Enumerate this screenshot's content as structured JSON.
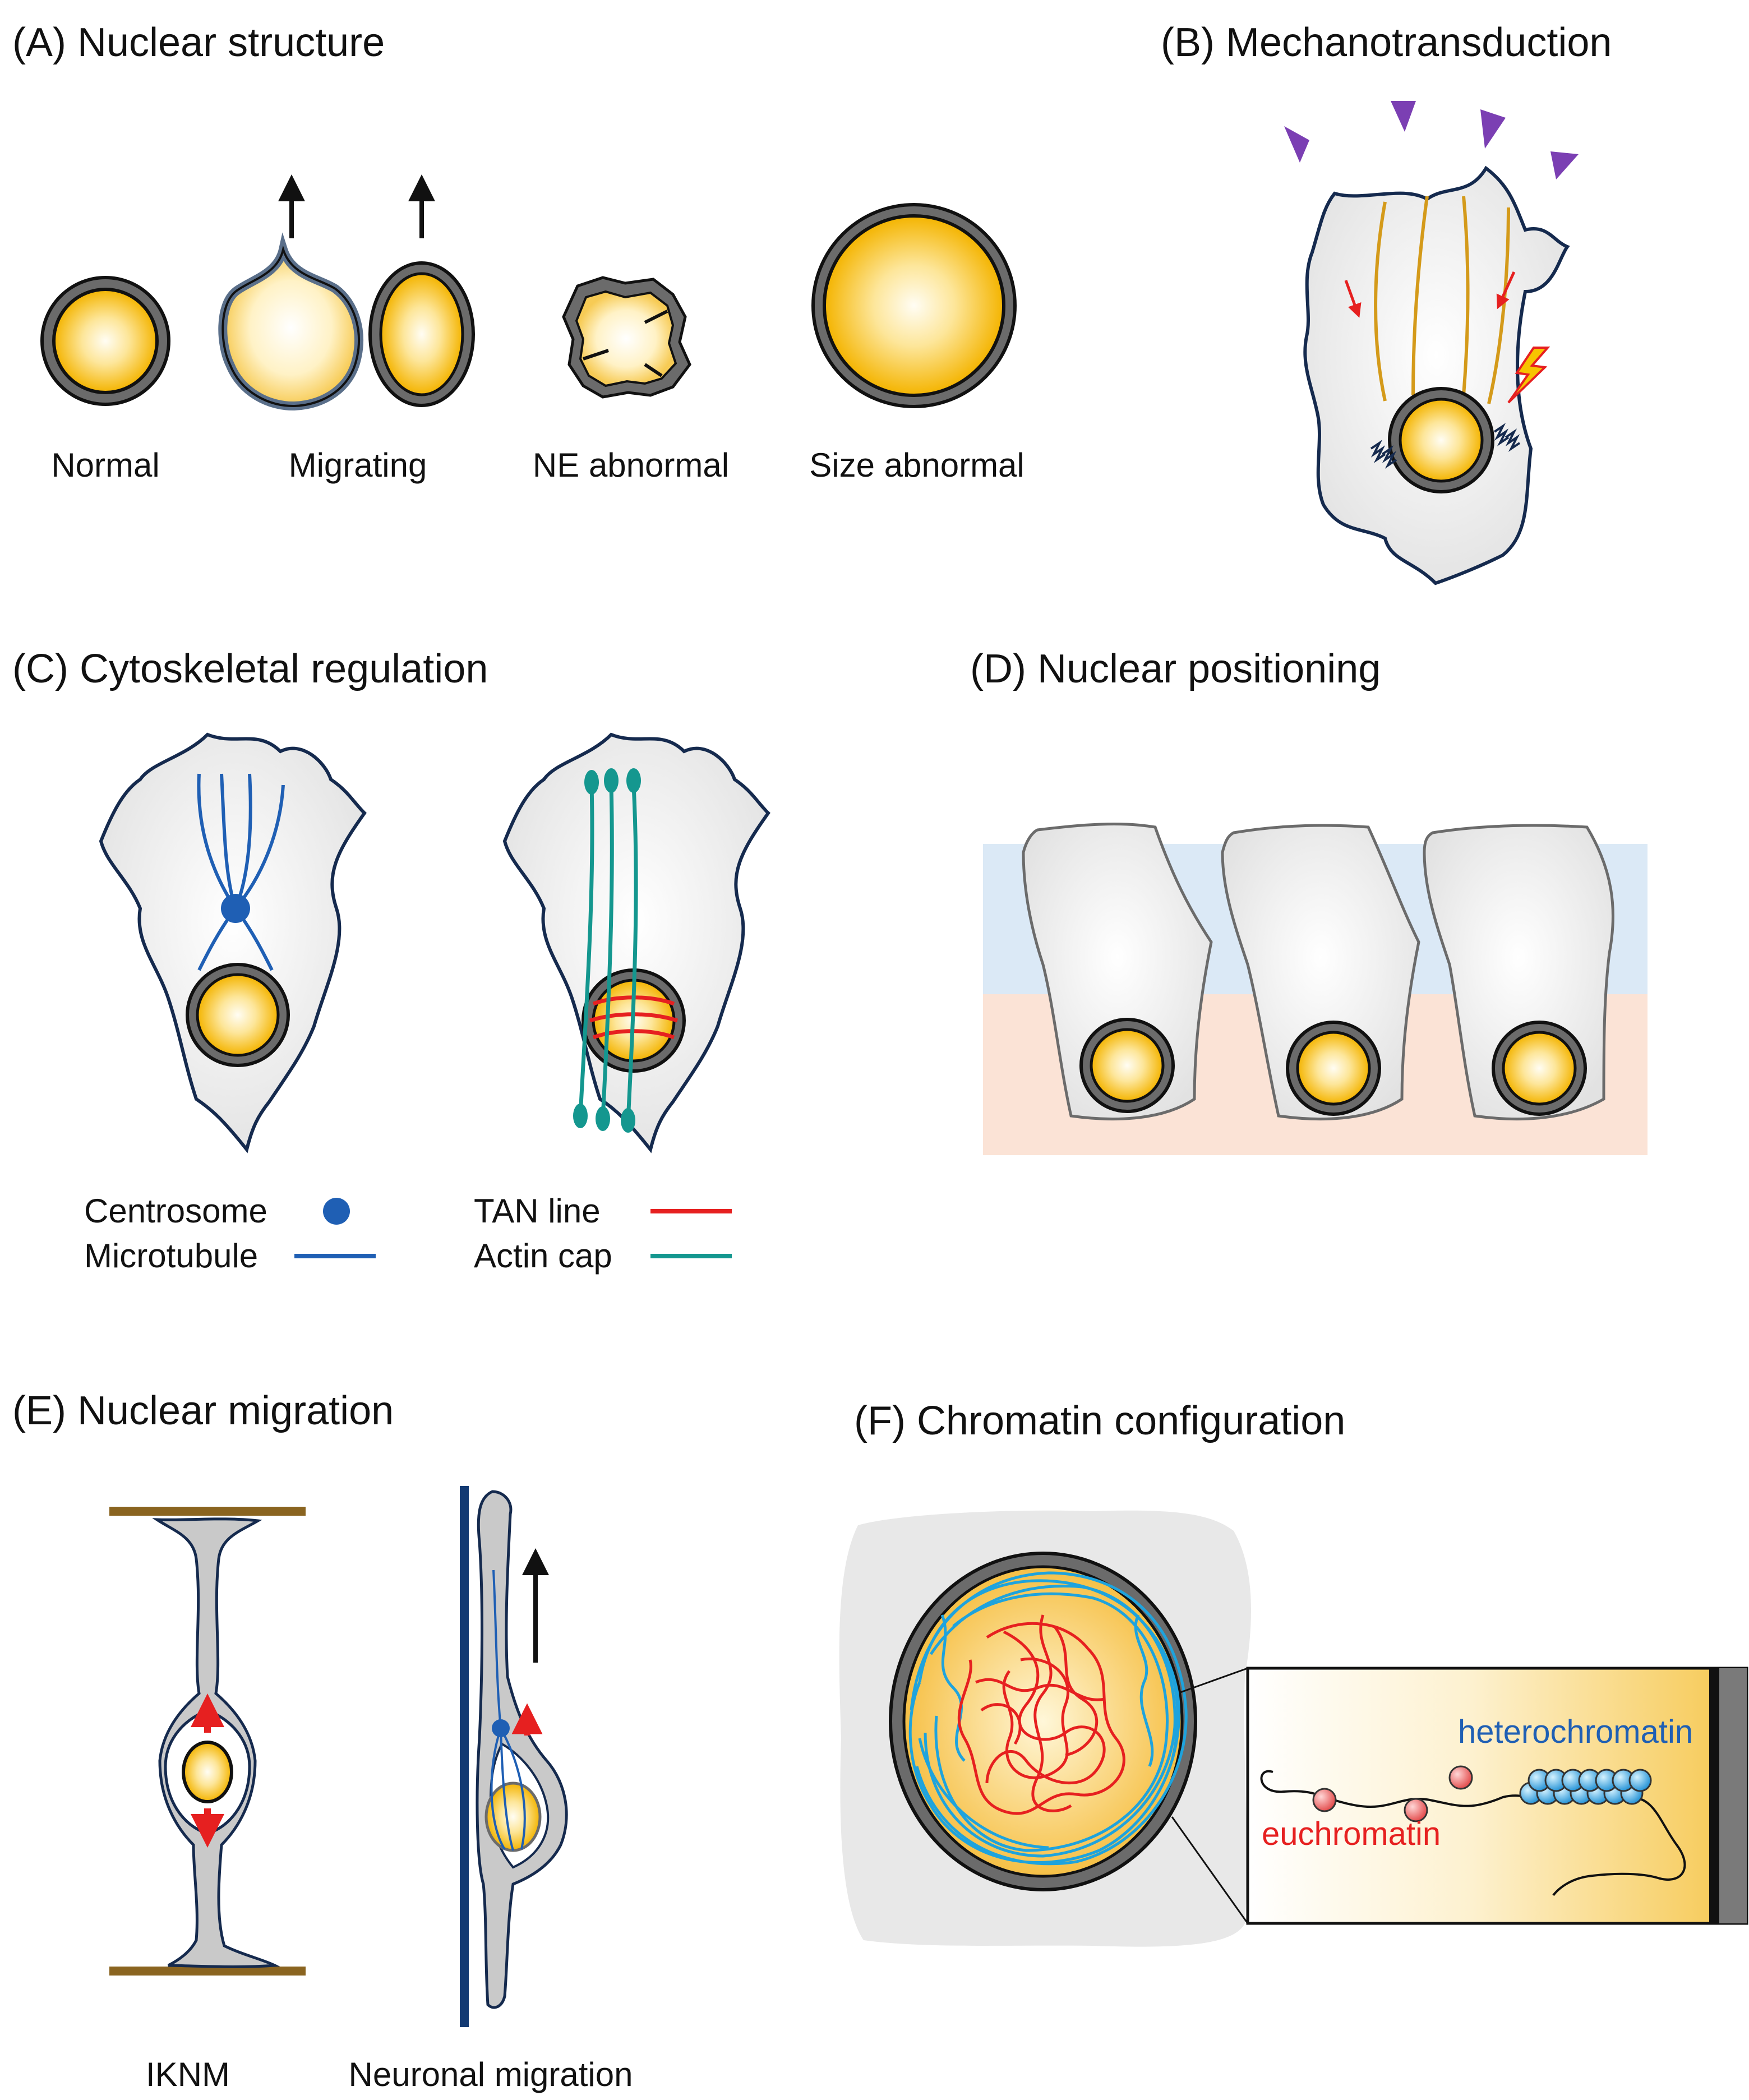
{
  "panels": {
    "a": {
      "title": "(A) Nuclear structure",
      "labels": [
        "Normal",
        "Migrating",
        "NE abnormal",
        "Size abnormal"
      ]
    },
    "b": {
      "title": "(B) Mechanotransduction"
    },
    "c": {
      "title": "(C) Cytoskeletal regulation",
      "legend": {
        "centrosome": "Centrosome",
        "microtubule": "Microtubule",
        "tan_line": "TAN line",
        "actin_cap": "Actin cap"
      }
    },
    "d": {
      "title": "(D) Nuclear positioning"
    },
    "e": {
      "title": "(E) Nuclear migration",
      "labels": [
        "IKNM",
        "Neuronal migration"
      ]
    },
    "f": {
      "title": "(F) Chromatin configuration",
      "heterochromatin": "heterochromatin",
      "euchromatin": "euchromatin"
    }
  },
  "colors": {
    "nucleus_yellow": "#f4b400",
    "nuclear_envelope": "#6b6b6b",
    "cell_outline": "#152a4e",
    "microtubule": "#1f5fb4",
    "tan_line": "#e62020",
    "actin_cap": "#14978f",
    "stress_fiber": "#d49a1a",
    "force_arrowhead": "#7b3fb3",
    "apical_zone": "#dbe9f6",
    "basal_zone": "#fbe3d6",
    "pia_membrane": "#8a6420",
    "radial_glia": "#133a73",
    "heterochromatin": "#1ea3dd",
    "euchromatin": "#e62020"
  }
}
